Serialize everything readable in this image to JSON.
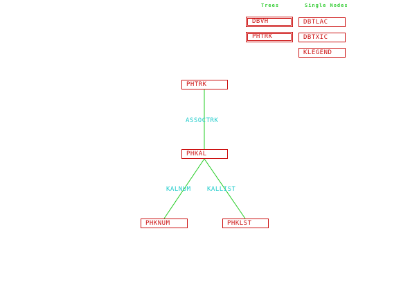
{
  "headers": {
    "trees": "Trees",
    "single_nodes": "Single Nodes"
  },
  "trees": [
    "DBVH",
    "PHTRK"
  ],
  "single_nodes": [
    "DBTLAC",
    "DBTXIC",
    "KLEGEND"
  ],
  "tree": {
    "root": "PHTRK",
    "nodes": [
      "PHTRK",
      "PHKAL",
      "PHKNUM",
      "PHKLST"
    ],
    "edges": [
      {
        "from": "PHTRK",
        "to": "PHKAL",
        "label": "ASSOCTRK"
      },
      {
        "from": "PHKAL",
        "to": "PHKNUM",
        "label": "KALNUM"
      },
      {
        "from": "PHKAL",
        "to": "PHKLST",
        "label": "KALLIST"
      }
    ]
  },
  "colors": {
    "node": "#cc1111",
    "edge": "#22cc22",
    "edge_label": "#22cccc",
    "header": "#33cc33"
  }
}
